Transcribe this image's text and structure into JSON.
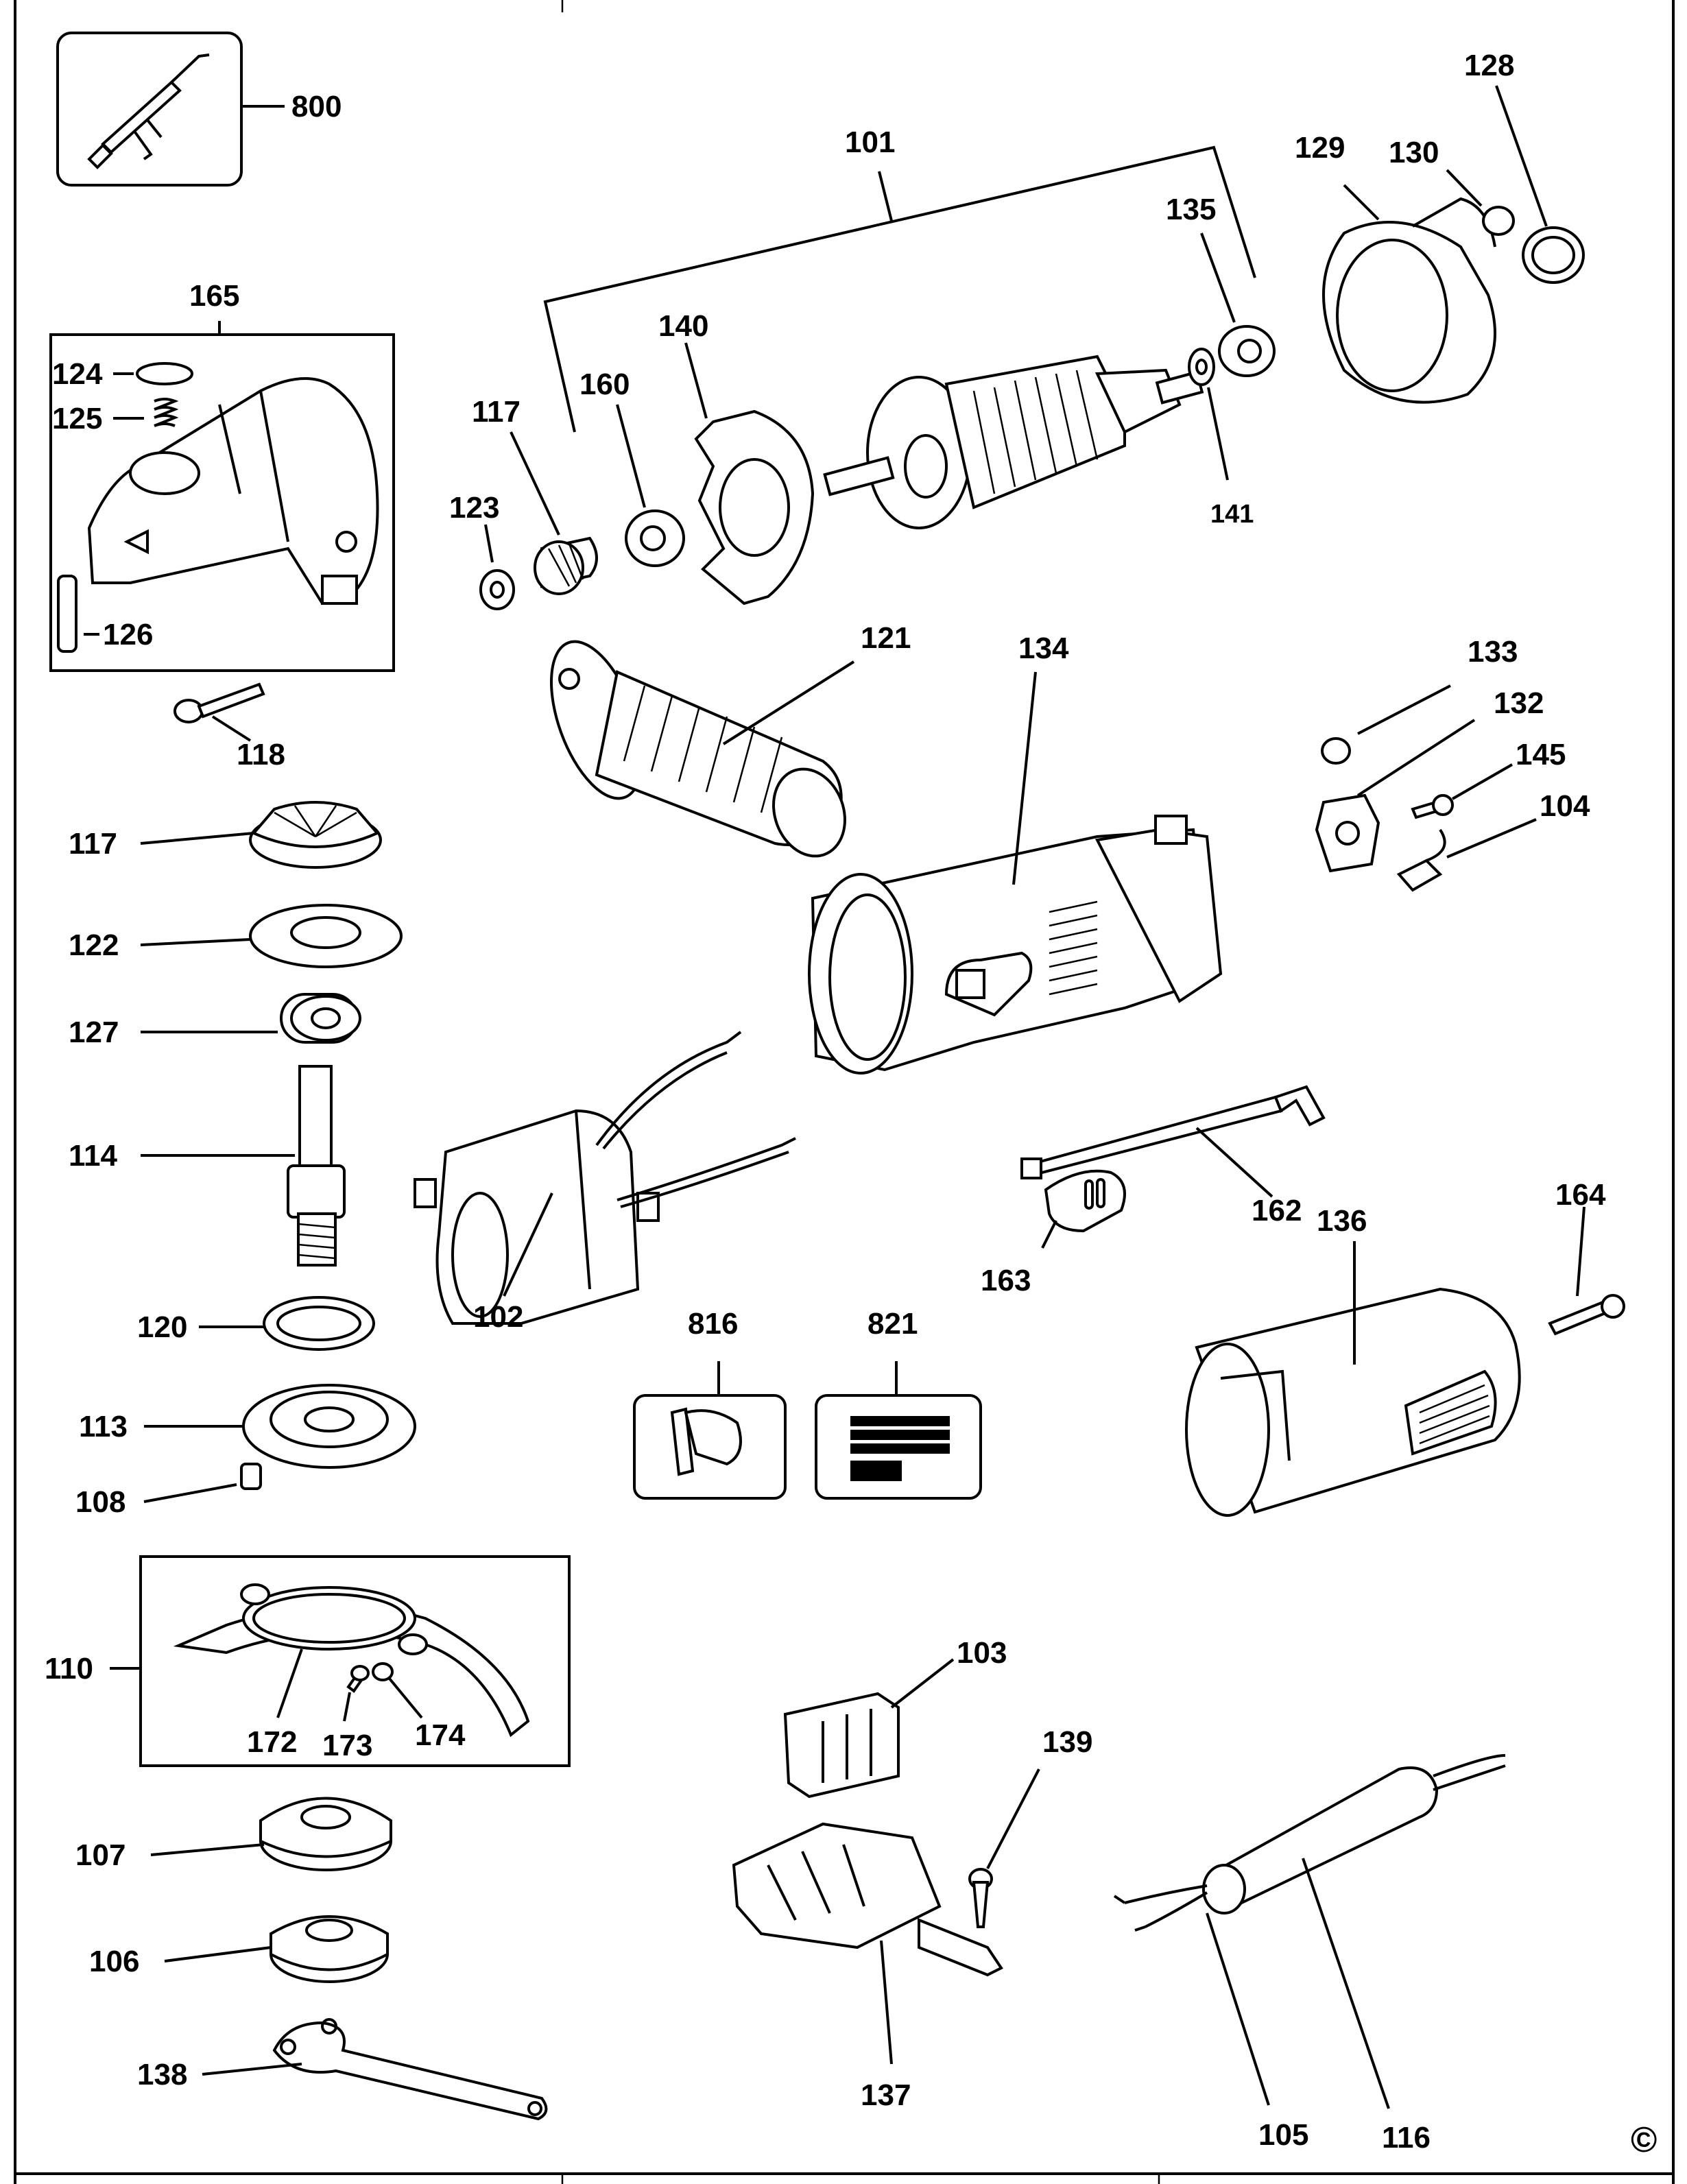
{
  "copyright_symbol": "©",
  "labels": {
    "p800": "800",
    "p101": "101",
    "p128": "128",
    "p129": "129",
    "p130": "130",
    "p135": "135",
    "p165": "165",
    "p140": "140",
    "p160": "160",
    "p117a": "117",
    "p124": "124",
    "p125": "125",
    "p123": "123",
    "p141": "141",
    "p126": "126",
    "p121": "121",
    "p134": "134",
    "p133": "133",
    "p132": "132",
    "p145": "145",
    "p104": "104",
    "p118": "118",
    "p117b": "117",
    "p122": "122",
    "p127": "127",
    "p114": "114",
    "p102": "102",
    "p162": "162",
    "p164": "164",
    "p136": "136",
    "p163": "163",
    "p120": "120",
    "p816": "816",
    "p821": "821",
    "p113": "113",
    "p108": "108",
    "p110": "110",
    "p172": "172",
    "p173": "173",
    "p174": "174",
    "p103": "103",
    "p139": "139",
    "p107": "107",
    "p106": "106",
    "p138": "138",
    "p137": "137",
    "p105": "105",
    "p116": "116"
  }
}
